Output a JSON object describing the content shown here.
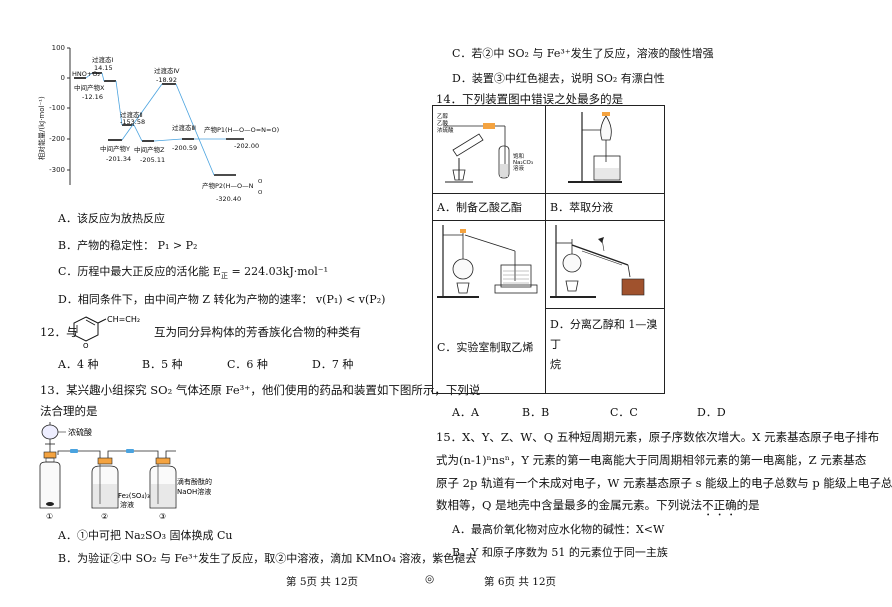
{
  "chart": {
    "yaxis_label": "相对能量/(kJ·mol⁻¹)",
    "ticks": [
      "100",
      "0",
      "-100",
      "-200",
      "-300"
    ],
    "states": [
      {
        "label": "HNO+O₂",
        "value": "0"
      },
      {
        "label": "过渡态Ⅰ",
        "value": "14.15"
      },
      {
        "label": "中间产物X",
        "value": "-12.16"
      },
      {
        "label": "过渡态Ⅱ",
        "value": "-153.58"
      },
      {
        "label": "中间产物Y",
        "value": "-201.34"
      },
      {
        "label": "过渡态Ⅳ",
        "value": "-18.92"
      },
      {
        "label": "中间产物Z",
        "value": "-205.11"
      },
      {
        "label": "过渡态Ⅲ",
        "value": "-200.59"
      },
      {
        "label": "产物P1(H—O—O=N=O)",
        "value": "-202.00"
      },
      {
        "label": "产物P2(H—O—N",
        "value": "-320.40"
      }
    ],
    "p2_branch_top": "O",
    "p2_branch_bottom": "O"
  },
  "q11": {
    "a": "A．该反应为放热反应",
    "b_prefix": "B．产物的稳定性：",
    "b_formula": "P₁ > P₂",
    "c_prefix": "C．历程中最大正反应的活化能 E",
    "c_sub": "正",
    "c_suffix": " = 224.03kJ·mol⁻¹",
    "d_prefix": "D．相同条件下，由中间产物 Z 转化为产物的速率：",
    "d_formula": "v(P₁) < v(P₂)"
  },
  "q12": {
    "stem_num": "12．与",
    "vinyl": "CH=CH₂",
    "ring_o": "O",
    "stem_rest": "互为同分异构体的芳香族化合物的种类有",
    "opts": [
      "A．4 种",
      "B．5 种",
      "C．6 种",
      "D．7 种"
    ]
  },
  "q13": {
    "stem1": "13．某兴趣小组探究 SO₂ 气体还原 Fe³⁺，他们使用的药品和装置如下图所示，下列说",
    "stem2": "法合理的是",
    "label_acid": "浓硫酸",
    "label_fe_1": "Fe₂(SO₄)₃",
    "label_fe_2": "溶液",
    "label_naoh_1": "滴有酚酞的",
    "label_naoh_2": "NaOH溶液",
    "n1": "①",
    "n2": "②",
    "n3": "③",
    "a": "A．①中可把 Na₂SO₃ 固体换成 Cu",
    "b": "B．为验证②中 SO₂ 与 Fe³⁺发生了反应，取②中溶液，滴加 KMnO₄ 溶液，紫色褪去",
    "c": "C．若②中 SO₂ 与 Fe³⁺发生了反应，溶液的酸性增强",
    "d": "D．装置③中红色褪去，说明 SO₂ 有漂白性"
  },
  "q14": {
    "stem": "14．下列装置图中错误之处最多的是",
    "img_a_label1": "乙醇",
    "img_a_label2": "乙酸",
    "img_a_label3": "浓硫酸",
    "img_a_label4": "饱和",
    "img_a_label5": "Na₂CO₃",
    "img_a_label6": "溶液",
    "cell_a": "A．制备乙酸乙酯",
    "cell_b": "B．萃取分液",
    "cell_c": "C．实验室制取乙烯",
    "cell_d1": "D．分离乙醇和 1—溴丁",
    "cell_d2": "烷",
    "opts": [
      "A．A",
      "B．B",
      "C．C",
      "D．D"
    ]
  },
  "q15": {
    "l1": "15．X、Y、Z、W、Q 五种短周期元素，原子序数依次增大。X 元素基态原子电子排布",
    "l2": "式为(n-1)ⁿnsⁿ，Y 元素的第一电离能大于同周期相邻元素的第一电离能，Z 元素基态",
    "l3": "原子 2p 轨道有一个未成对电子，W 元素基态原子 s 能级上的电子总数与 p 能级上电子总",
    "l4_pre": "数相等，Q 是地壳中含量最多的金属元素。下列说法",
    "l4_dot": "不正确",
    "l4_post": "的是",
    "a": "A．最高价氧化物对应水化物的碱性：X<W",
    "b": "B．Y 和原子序数为 51 的元素位于同一主族"
  },
  "footer": {
    "left": "第 5页  共 12页",
    "mid": "◎",
    "right": "第 6页  共 12页"
  }
}
